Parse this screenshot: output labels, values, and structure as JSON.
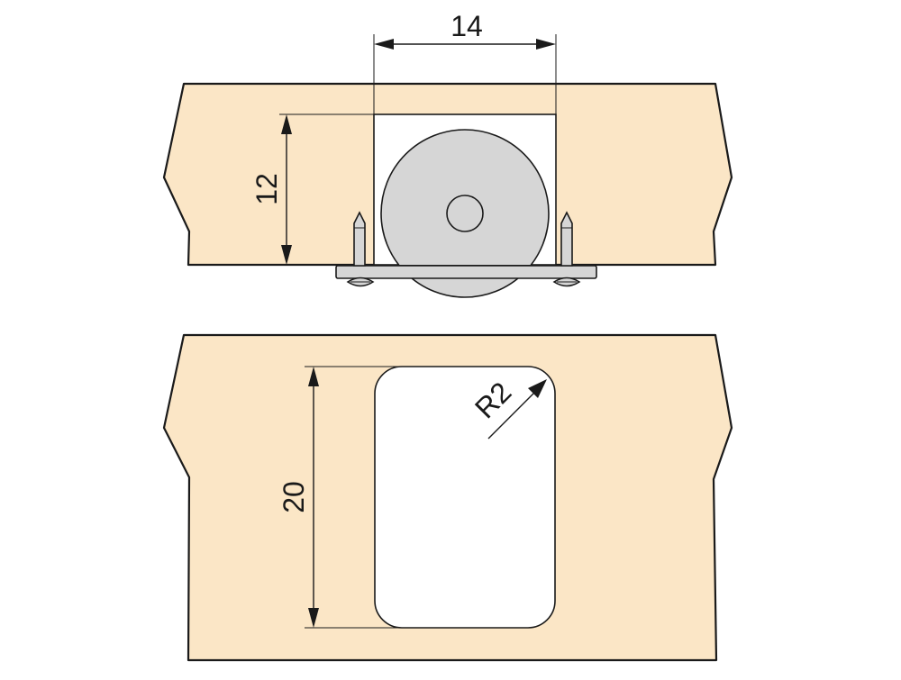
{
  "colors": {
    "wood": "#fbe6c6",
    "metal": "#d6d6d6",
    "metal_dark": "#b9b9b9",
    "line": "#1a1a1a"
  },
  "top_view": {
    "width_dimension": "14",
    "depth_dimension": "12"
  },
  "bottom_view": {
    "height_dimension": "20",
    "corner_radius": "R2"
  }
}
